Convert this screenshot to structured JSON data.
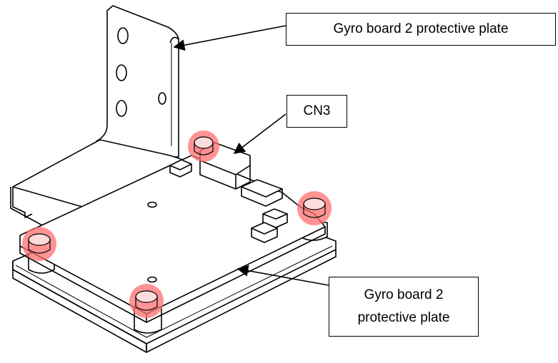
{
  "callouts": {
    "top_label": "Gyro board 2 protective plate",
    "cn3_label": "CN3",
    "bottom_label_line1": "Gyro board 2",
    "bottom_label_line2": "protective plate"
  },
  "colors": {
    "line": "#000000",
    "screw_highlight": "#ff6f6f",
    "background": "#ffffff"
  }
}
